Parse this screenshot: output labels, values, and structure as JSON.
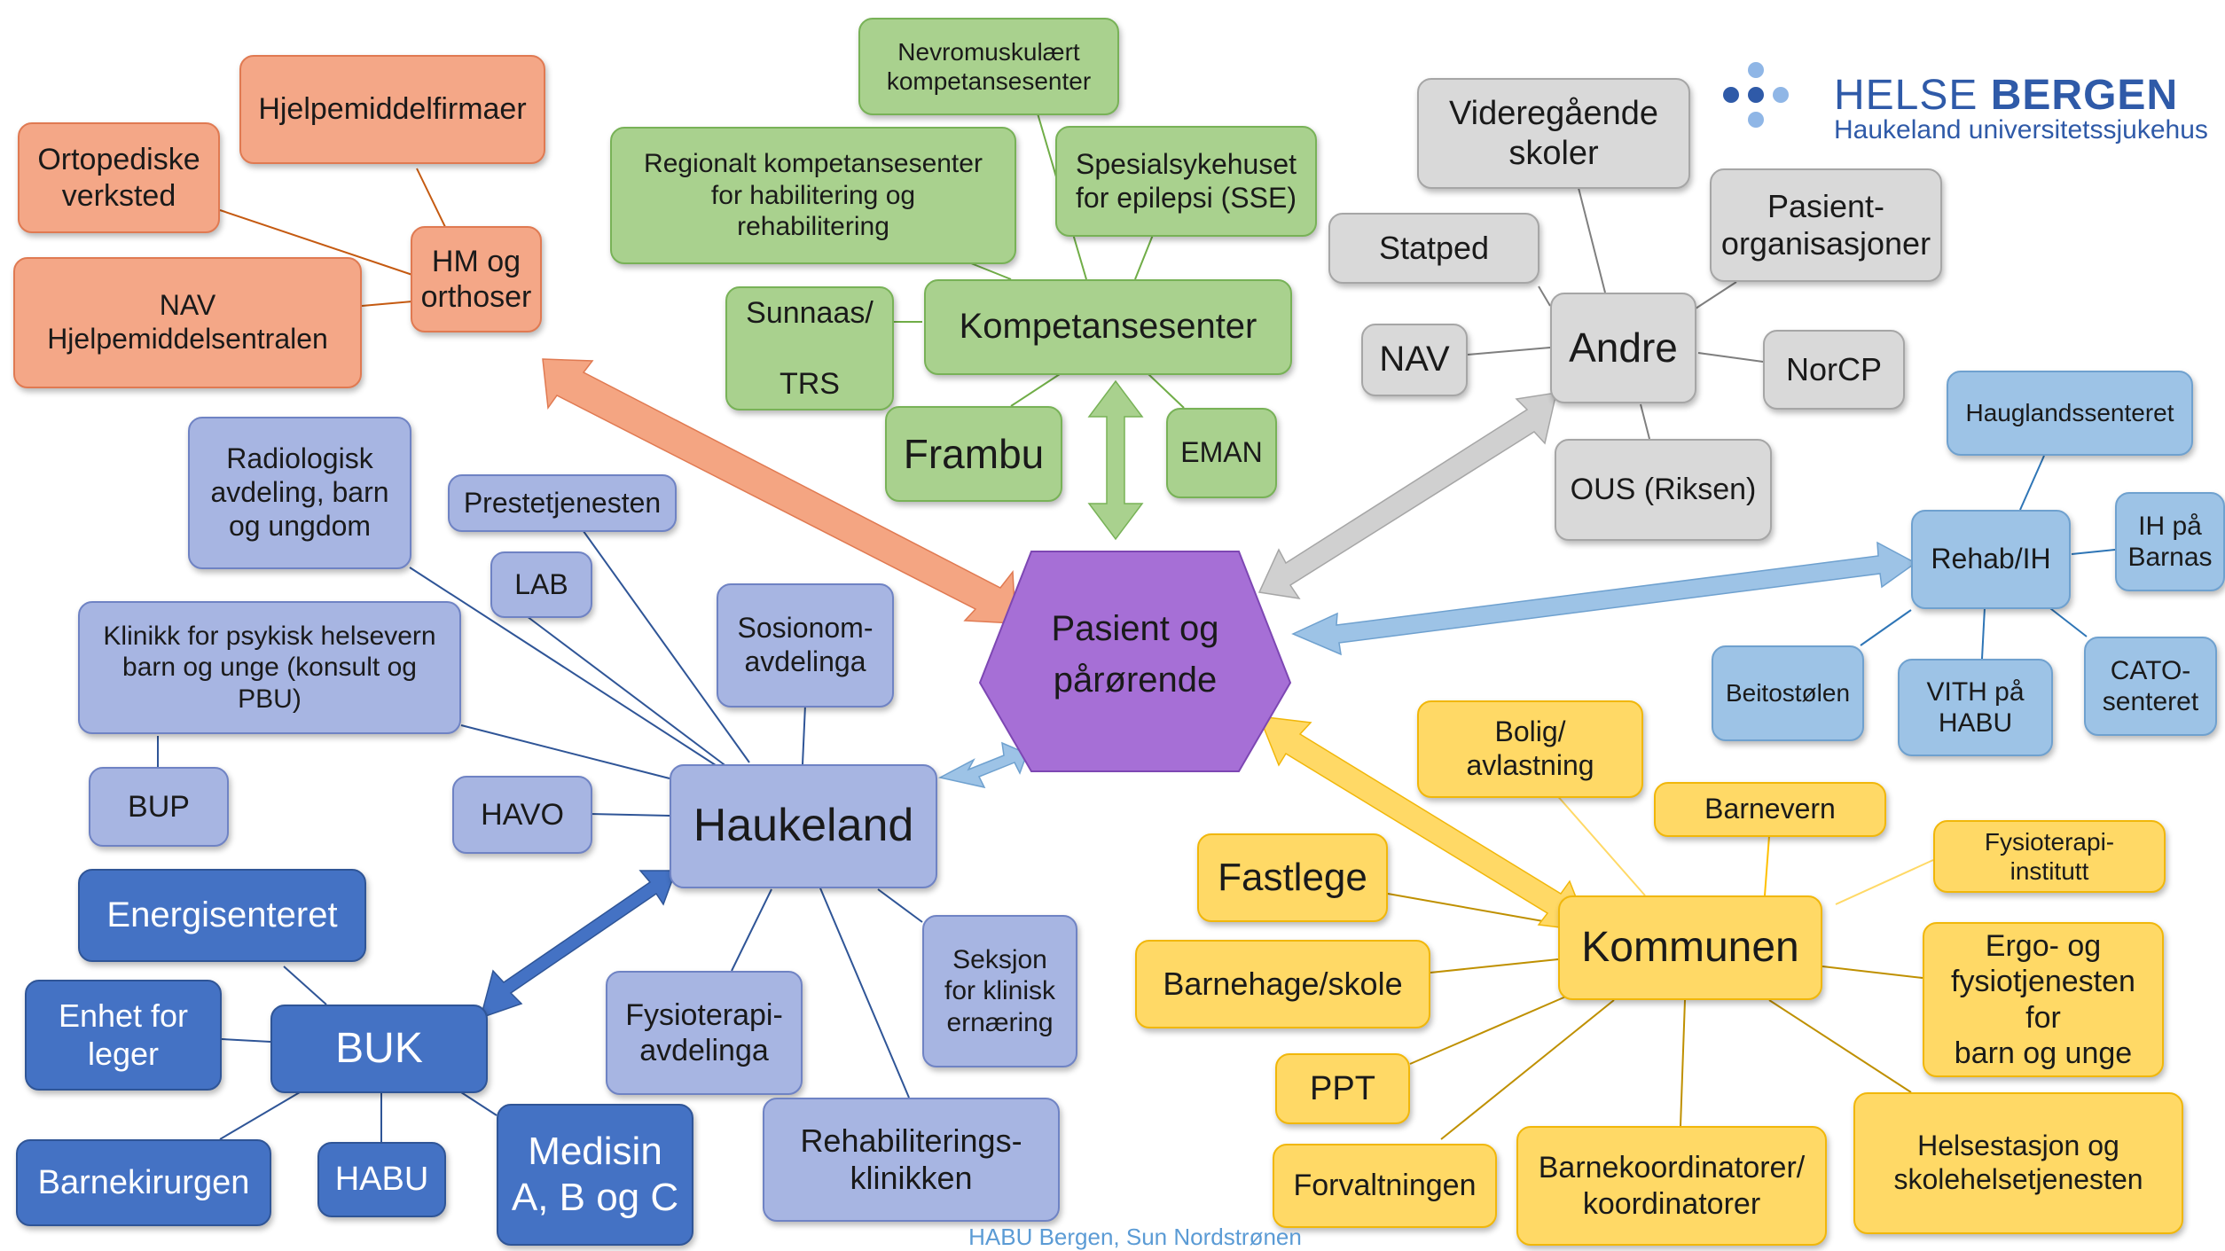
{
  "logo": {
    "name_light": "HELSE ",
    "name_bold": "BERGEN",
    "subtitle": "Haukeland universitetssjukehus"
  },
  "center": {
    "label": "Pasient og\npårørende"
  },
  "groups": {
    "hm": {
      "hub": "HM og\northoser",
      "items": [
        "Hjelpemiddelfirmaer",
        "Ortopediske\nverksted",
        "NAV\nHjelpemiddelsentralen"
      ]
    },
    "kompetanse": {
      "hub": "Kompetansesenter",
      "items": [
        "Nevromuskulært\nkompetansesenter",
        "Regionalt kompetansesenter\nfor habilitering og\nrehabilitering",
        "Spesialsykehuset\nfor epilepsi (SSE)",
        "Sunnaas/\n\nTRS",
        "Frambu",
        "EMAN"
      ]
    },
    "andre": {
      "hub": "Andre",
      "items": [
        "Videregående\nskoler",
        "Pasient-\norganisasjoner",
        "Statped",
        "NAV",
        "NorCP",
        "OUS (Riksen)"
      ]
    },
    "rehab": {
      "hub": "Rehab/IH",
      "items": [
        "Hauglandssenteret",
        "IH på\nBarnas",
        "Beitostølen",
        "VITH på\nHABU",
        "CATO-\nsenteret"
      ]
    },
    "haukeland": {
      "hub": "Haukeland",
      "items": [
        "Radiologisk\navdeling, barn\nog ungdom",
        "Prestetjenesten",
        "LAB",
        "Sosionom-\navdelinga",
        "Klinikk for psykisk helsevern\nbarn og unge (konsult og\nPBU)",
        "BUP",
        "HAVO",
        "Seksjon\nfor klinisk\nernæring",
        "Fysioterapi-\navdelinga",
        "Rehabiliterings-\nklinikken"
      ]
    },
    "buk": {
      "hub": "BUK",
      "items": [
        "Energisenteret",
        "Enhet for\nleger",
        "Barnekirurgen",
        "HABU",
        "Medisin\nA, B og C"
      ]
    },
    "kommunen": {
      "hub": "Kommunen",
      "items": [
        "Bolig/\navlastning",
        "Barnevern",
        "Fysioterapi-\ninstitutt",
        "Fastlege",
        "Barnehage/skole",
        "Ergo- og\nfysiotjenesten for\nbarn og unge",
        "PPT",
        "Forvaltningen",
        "Barnekoordinatorer/\nkoordinatorer",
        "Helsestasjon og\nskolehelsetjenesten"
      ]
    }
  },
  "credit": "HABU Bergen, Sun Nordstrønen",
  "colors": {
    "orange": "#f4a787",
    "orange_arrow": "#f4a582",
    "green": "#a9d18e",
    "gray": "#d9d9d9",
    "light_blue": "#9dc3e6",
    "periwinkle": "#a7b5e2",
    "dark_blue": "#4472c4",
    "yellow": "#ffd966",
    "purple": "#a66fd6",
    "logo_blue": "#2f5aa8",
    "logo_dot_light": "#8fb6e6"
  }
}
